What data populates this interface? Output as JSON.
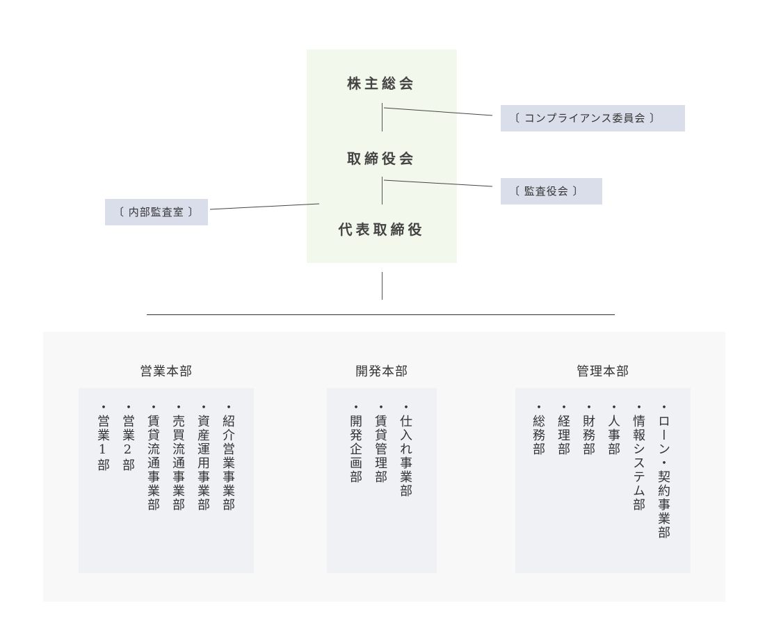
{
  "governance": {
    "shareholders": "株主総会",
    "board": "取締役会",
    "representative": "代表取締役"
  },
  "attached": {
    "compliance": "〔 コンプライアンス委員会 〕",
    "auditors": "〔 監査役会 〕",
    "internal_audit": "〔 内部監査室 〕"
  },
  "divisions": [
    {
      "name": "営業本部",
      "departments": [
        "・営業1部",
        "・営業2部",
        "・賃貸流通事業部",
        "・売買流通事業部",
        "・資産運用事業部",
        "・紹介営業事業部"
      ]
    },
    {
      "name": "開発本部",
      "departments": [
        "・開発企画部",
        "・賃貸管理部",
        "・仕入れ事業部"
      ]
    },
    {
      "name": "管理本部",
      "departments": [
        "・総務部",
        "・経理部",
        "・財務部",
        "・人事部",
        "・情報システム部",
        "・ローン・契約事業部"
      ]
    }
  ],
  "colors": {
    "core_bg": "#f3f8ec",
    "tag_bg": "#dadeea",
    "area_bg": "#f8f8f8",
    "box_bg": "#eff1f4"
  }
}
